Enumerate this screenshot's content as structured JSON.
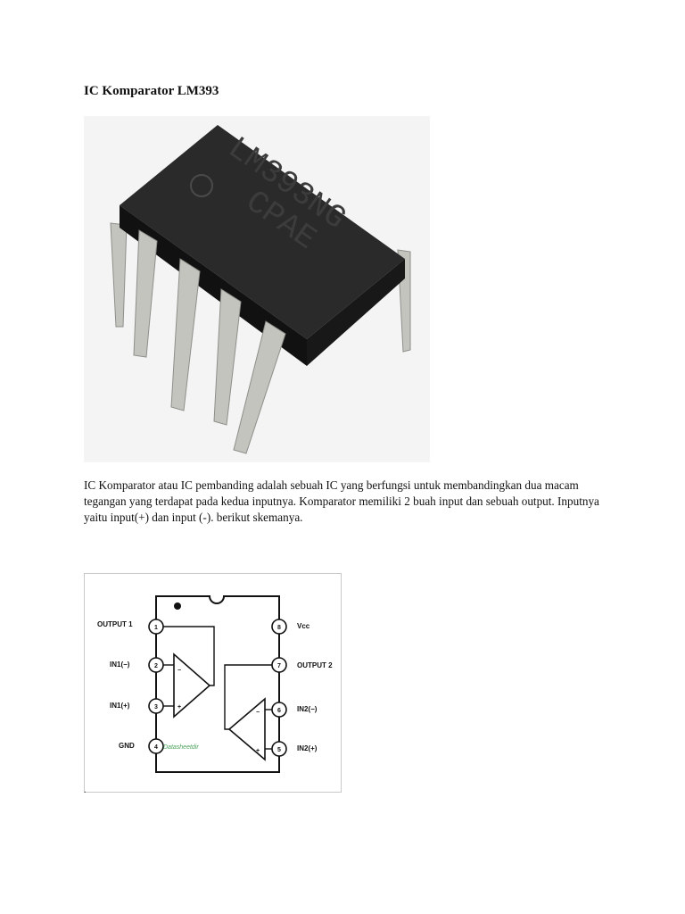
{
  "document": {
    "title": "IC Komparator LM393",
    "paragraph": "IC Komparator atau IC pembanding adalah sebuah IC yang berfungsi untuk membandingkan dua macam tegangan yang terdapat pada kedua inputnya. Komparator memiliki 2 buah input dan sebuah output. Inputnya yaitu input(+) dan input (-). berikut skemanya.",
    "stray_mark": "."
  },
  "chip_photo": {
    "marking_line1": "LM393NG",
    "marking_line2": "CPAE",
    "body_color": "#1e1e1e",
    "lead_color": "#b9b9b4"
  },
  "pinout": {
    "pins": [
      {
        "num": "1",
        "label": "OUTPUT 1"
      },
      {
        "num": "2",
        "label": "IN1(−)"
      },
      {
        "num": "3",
        "label": "IN1(+)"
      },
      {
        "num": "4",
        "label": "GND"
      },
      {
        "num": "5",
        "label": "IN2(+)"
      },
      {
        "num": "6",
        "label": "IN2(−)"
      },
      {
        "num": "7",
        "label": "OUTPUT 2"
      },
      {
        "num": "8",
        "label": "Vcc"
      }
    ],
    "watermark": "Datasheetdir",
    "minus_sign": "−",
    "plus_sign": "+"
  }
}
